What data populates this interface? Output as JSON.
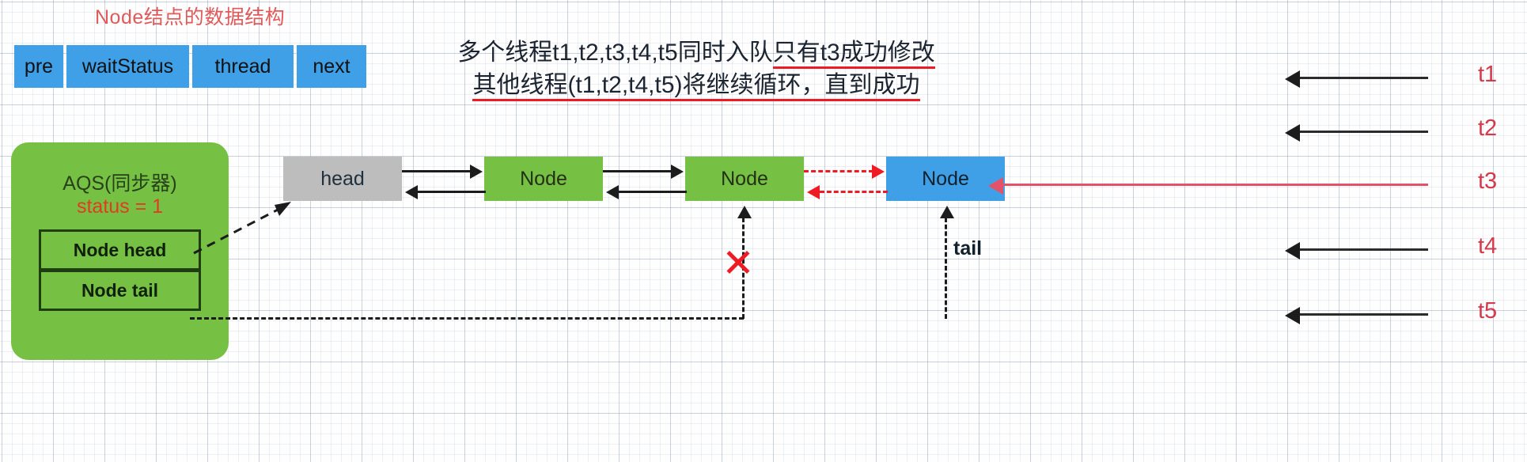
{
  "diagram": {
    "node_struct": {
      "title": "Node结点的数据结构",
      "fields": [
        "pre",
        "waitStatus",
        "thread",
        "next"
      ]
    },
    "banner": {
      "line1_plain": "多个线程t1,t2,t3,t4,t5同时入队",
      "line1_underlined": "只有t3成功修改",
      "line2_underlined": "其他线程(t1,t2,t4,t5)将继续循环，直到成功"
    },
    "aqs": {
      "title": "AQS(同步器)",
      "status": "status = 1",
      "head_slot": "Node head",
      "tail_slot": "Node tail"
    },
    "queue": {
      "head_box": "head",
      "node1": "Node",
      "node2": "Node",
      "node3": "Node",
      "tail_pointer_label": "tail"
    },
    "threads": [
      {
        "label": "t1",
        "state": "retry"
      },
      {
        "label": "t2",
        "state": "retry"
      },
      {
        "label": "t3",
        "state": "success"
      },
      {
        "label": "t4",
        "state": "retry"
      },
      {
        "label": "t5",
        "state": "retry"
      }
    ],
    "colors": {
      "node_green": "#76c043",
      "node_blue": "#3fa0e8",
      "head_gray": "#bdbdbd",
      "red": "#ee1b24",
      "thread_label_red": "#d63a4a",
      "title_red": "#e05a5a",
      "t3_line": "#e2536a"
    }
  }
}
